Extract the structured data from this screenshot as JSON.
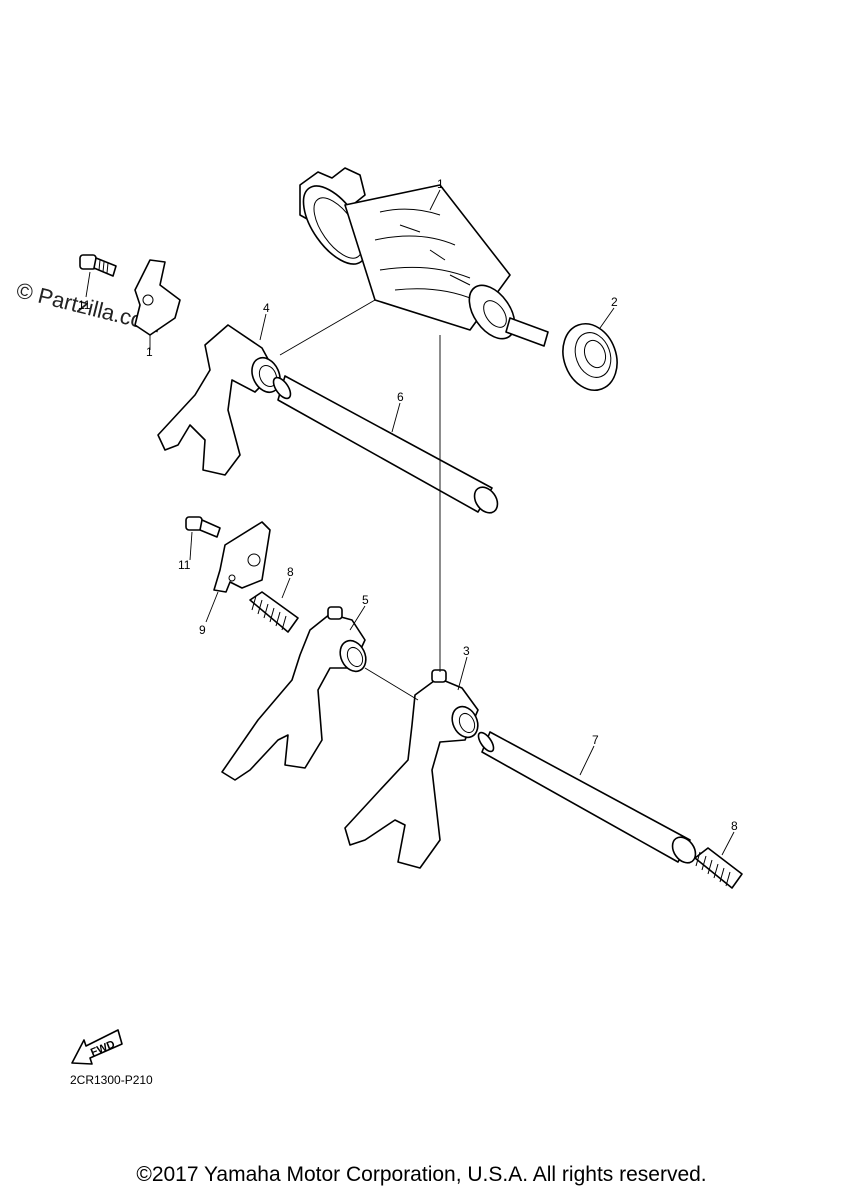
{
  "watermark": "© Partzilla.com",
  "diagram_code": "2CR1300-P210",
  "copyright": "©2017 Yamaha Motor Corporation, U.S.A. All rights reserved.",
  "fwd_label": "FWD",
  "callouts": {
    "shift_cam": "1",
    "bearing": "2",
    "fork_3": "3",
    "fork_4": "4",
    "fork_5": "5",
    "guide_bar_6": "6",
    "guide_bar_7": "7",
    "spring_upper": "8",
    "spring_lower": "8",
    "plate_lower": "9",
    "plate_upper": "1",
    "bolt_upper": "11",
    "bolt_lower": "11"
  }
}
